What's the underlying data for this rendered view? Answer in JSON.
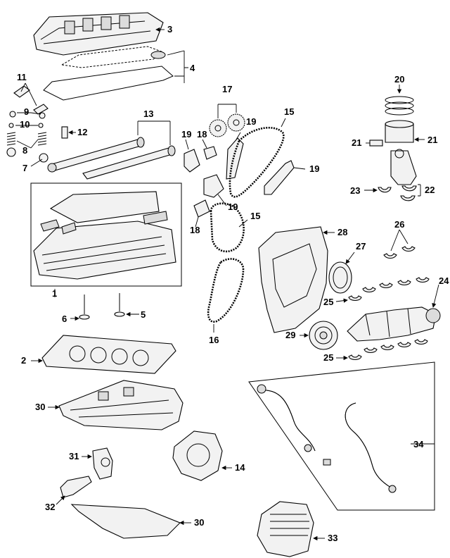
{
  "callouts": {
    "c1": "1",
    "c2": "2",
    "c3": "3",
    "c4": "4",
    "c5": "5",
    "c6": "6",
    "c7": "7",
    "c8": "8",
    "c9": "9",
    "c10": "10",
    "c11": "11",
    "c12": "12",
    "c13": "13",
    "c14": "14",
    "c15a": "15",
    "c15b": "15",
    "c16": "16",
    "c17": "17",
    "c18a": "18",
    "c18b": "18",
    "c19a": "19",
    "c19b": "19",
    "c19c": "19",
    "c19d": "19",
    "c20": "20",
    "c21a": "21",
    "c21b": "21",
    "c22": "22",
    "c23": "23",
    "c24": "24",
    "c25a": "25",
    "c25b": "25",
    "c26": "26",
    "c27": "27",
    "c28": "28",
    "c29": "29",
    "c30a": "30",
    "c30b": "30",
    "c31": "31",
    "c32": "32",
    "c33": "33",
    "c34": "34"
  }
}
